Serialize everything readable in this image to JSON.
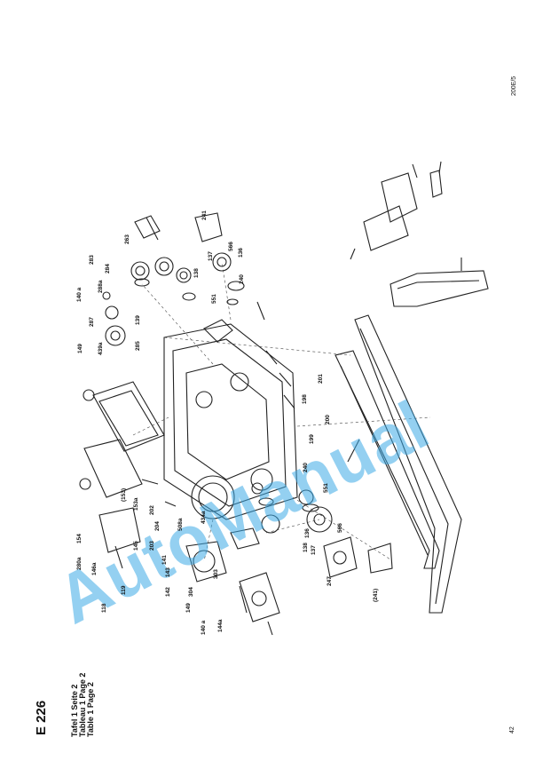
{
  "header": {
    "title": "E 226",
    "tabel_lines": [
      "Tafel    1   Seite 2",
      "Tableau 1   Page 2",
      "Table    1   Page 2"
    ],
    "code": "200E/5",
    "page_number": "42"
  },
  "watermark": "AutoManual",
  "callouts": [
    "140 a",
    "287",
    "288a",
    "283",
    "284",
    "263",
    "149",
    "439a",
    "139",
    "285",
    "241",
    "137",
    "566",
    "136",
    "138",
    "240",
    "551",
    "201",
    "198",
    "200",
    "199",
    "240",
    "551",
    "(153)",
    "153a",
    "145",
    "202",
    "204",
    "203",
    "508a",
    "434a",
    "154",
    "280a",
    "146a",
    "119",
    "118",
    "143",
    "141",
    "142",
    "149",
    "140 a",
    "144a",
    "304",
    "303",
    "138",
    "137",
    "136",
    "566",
    "247",
    "(241)"
  ]
}
